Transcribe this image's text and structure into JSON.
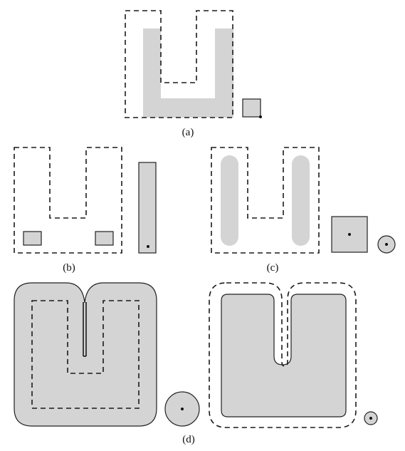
{
  "labels": {
    "a": "(a)",
    "b": "(b)",
    "c": "(c)",
    "d": "(d)"
  },
  "colors": {
    "fill": "#d4d4d4",
    "stroke": "#1a1a1a"
  }
}
